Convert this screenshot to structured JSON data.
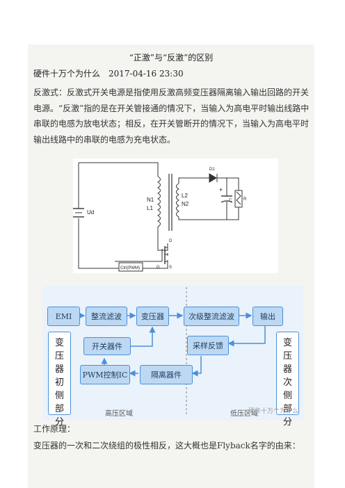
{
  "article": {
    "title": "“正激”与“反激”的区别",
    "byline": "硬件十万个为什么　2017-04-16 23:30",
    "intro": "反激式：反激式开关电源是指使用反激高频变压器隔离输入输出回路的开关电源。“反激”指的是在开关管接通的情况下，当输入为高电平时输出线路中串联的电感为放电状态；相反，在开关管断开的情况下，当输入为高电平时输出线路中的串联的电感为充电状态。",
    "section_heading": "工作原理：",
    "section_text": "变压器的一次和二次绕组的极性相反，这大概也是Flyback名字的由来："
  },
  "circuit": {
    "ud": "Ud",
    "n1": "N1",
    "l1": "L1",
    "l2": "L2",
    "n2": "N2",
    "d1": "D1",
    "c": "C",
    "r": "R",
    "d": "D",
    "g": "G",
    "s": "S",
    "pwm": "Ctrl(PWM)",
    "plus": "+"
  },
  "block_diagram": {
    "emi": "EMI",
    "rectifier": "整流滤波",
    "transformer": "变压器",
    "secondary_rect": "次级整流滤波",
    "output": "输出",
    "switch": "开关器件",
    "sampling": "采样反馈",
    "pwm_ic": "PWM控制IC",
    "isolation": "隔离器件",
    "primary_side": [
      "变",
      "压",
      "器",
      "初",
      "侧",
      "部",
      "分"
    ],
    "secondary_side": [
      "变",
      "压",
      "器",
      "次",
      "侧",
      "部",
      "分"
    ],
    "high_zone": "高压区域",
    "low_zone": "低压区域",
    "watermark": "硬件十万个为什么"
  }
}
